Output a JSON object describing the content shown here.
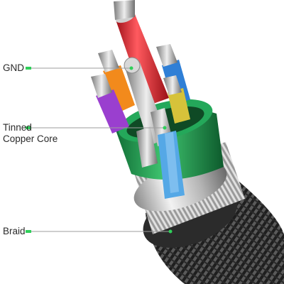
{
  "labels": {
    "gnd": "GND",
    "tinned_line1": "Tinned",
    "tinned_line2": "Copper Core",
    "braid": "Braid"
  },
  "colors": {
    "leader_line": "#9e9e9e",
    "leader_dot": "#2fcf5a",
    "braid_dark": "#2b2b2b",
    "foil_silver": "#c8c8c8",
    "green_shield": "#1f9a4e",
    "wire_red": "#d81f26",
    "wire_orange": "#f28a1c",
    "wire_purple": "#9a3fcf",
    "wire_blue": "#2f7fd6",
    "wire_yellow": "#d6c23a",
    "wire_light_blue": "#55a8e6"
  }
}
